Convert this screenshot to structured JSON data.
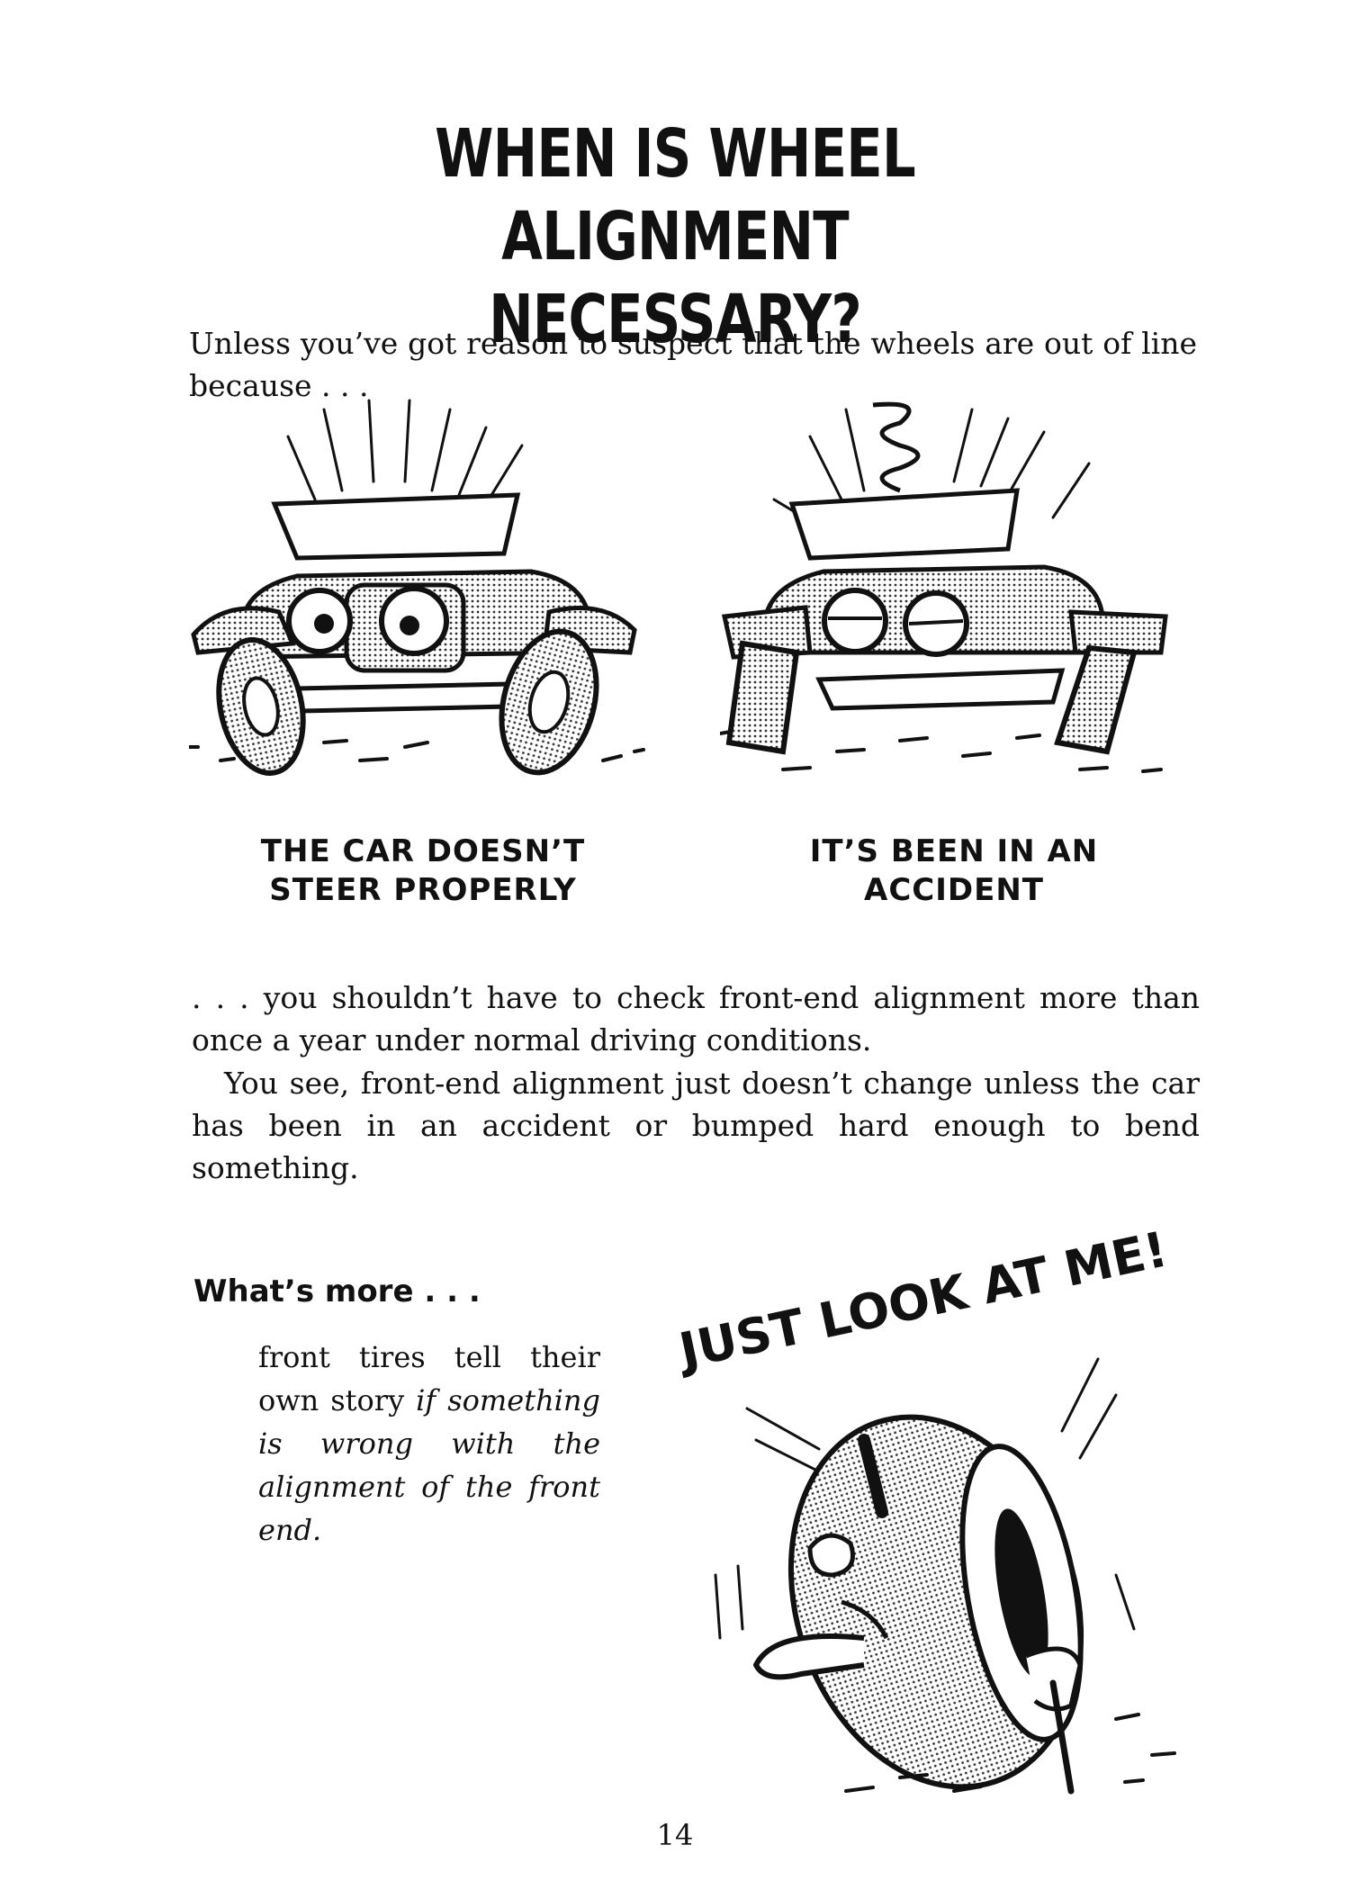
{
  "title": {
    "line1": "WHEN IS WHEEL ALIGNMENT",
    "line2": "NECESSARY?"
  },
  "intro": "Unless you’ve got reason to suspect that the wheels are out of line because . . .",
  "illustrations": {
    "left": {
      "caption_line1": "THE CAR DOESN’T",
      "caption_line2": "STEER PROPERLY"
    },
    "right": {
      "caption_line1": "IT’S BEEN IN AN",
      "caption_line2": "ACCIDENT"
    }
  },
  "body": {
    "paragraph1": ". . . you shouldn’t have to check front-end alignment more than once a year under normal driving conditions.",
    "paragraph2": "You see, front-end alignment just doesn’t change unless the car has been in an accident or bumped hard enough to bend something."
  },
  "aside": {
    "heading": "What’s more . . .",
    "text_plain": "front tires tell their own story ",
    "text_italic": "if something is wrong with the alignment of the front end."
  },
  "tire_illustration": {
    "speech": "JUST LOOK AT ME!"
  },
  "page_number": "14"
}
